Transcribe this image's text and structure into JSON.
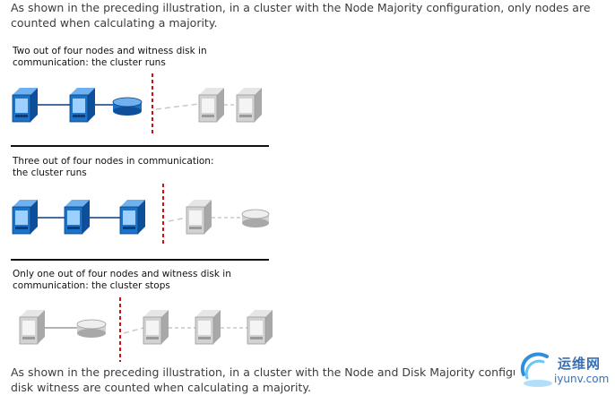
{
  "intro_text": "As shown in the preceding illustration, in a cluster with the Node Majority configuration, only nodes are counted when calculating a majority.",
  "scenarios": [
    {
      "caption_line1": "Two out of four nodes and witness disk in",
      "caption_line2": "communication: the cluster runs"
    },
    {
      "caption_line1": "Three out of four nodes in communication:",
      "caption_line2": "the cluster runs"
    },
    {
      "caption_line1": "Only one out of four nodes and witness disk in",
      "caption_line2": "communication: the cluster stops"
    }
  ],
  "outro_text": "As shown in the preceding illustration, in a cluster with the Node and Disk Majority configura",
  "outro_text_line2": "disk witness are counted when calculating a majority.",
  "watermark": {
    "cn": "运维网",
    "en": "iyunv.com"
  },
  "colors": {
    "active_node": "#1a73c8",
    "inactive_node": "#c8c8c8",
    "partition_line": "#d01010"
  }
}
